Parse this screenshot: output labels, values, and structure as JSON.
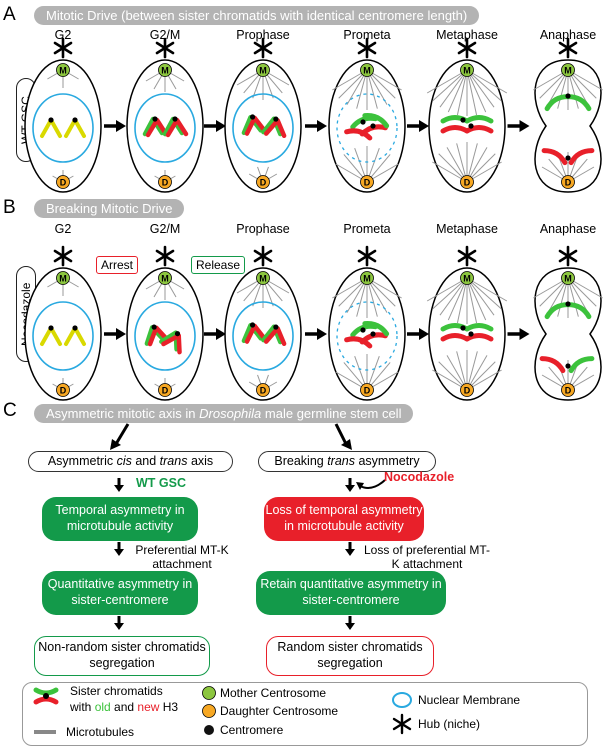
{
  "panel_a": {
    "letter": "A",
    "banner": "Mitotic Drive (between sister chromatids with identical centromere length)",
    "row_label": "WT GSC",
    "stages": [
      "G2",
      "G2/M",
      "Prophase",
      "Prometa",
      "Metaphase",
      "Anaphase"
    ]
  },
  "panel_b": {
    "letter": "B",
    "banner": "Breaking Mitotic Drive",
    "row_label": "Nocodazole",
    "stages": [
      "G2",
      "G2/M",
      "Prophase",
      "Prometa",
      "Metaphase",
      "Anaphase"
    ],
    "arrest": "Arrest",
    "release": "Release"
  },
  "panel_c": {
    "letter": "C",
    "banner_pre": "Asymmetric mitotic axis in ",
    "banner_italic": "Drosophila",
    "banner_post": " male germline stem cell",
    "left": {
      "top_pre": "Asymmetric ",
      "top_i1": "cis",
      "top_mid": " and ",
      "top_i2": "trans",
      "top_post": " axis",
      "tag": "WT GSC",
      "box1": "Temporal asymmetry in microtubule activity",
      "note1": "Preferential MT-K attachment",
      "box2": "Quantitative asymmetry in sister-centromere",
      "end": "Non-random sister chromatids segregation"
    },
    "right": {
      "top_pre": "Breaking ",
      "top_i": "trans",
      "top_post": " asymmetry",
      "tag": "Nocodazole",
      "box1": "Loss of temporal asymmetry in microtubule activity",
      "note1": "Loss of preferential MT-K attachment",
      "box2": "Retain quantitative asymmetry in sister-centromere",
      "end": "Random sister chromatids segregation"
    }
  },
  "legend": {
    "sister_line1": "Sister chromatids",
    "sister_with": "with ",
    "old": "old",
    "and": " and ",
    "new": "new",
    "h3": " H3",
    "microtubules": "Microtubules",
    "mother": "Mother Centrosome",
    "daughter": "Daughter Centrosome",
    "centromere": "Centromere",
    "nuclear": "Nuclear Membrane",
    "hub": "Hub (niche)",
    "m_letter": "M",
    "d_letter": "D"
  },
  "colors": {
    "old_h3": "#3cc23c",
    "new_h3": "#e8202a",
    "g2_chromatid": "#d9d900",
    "nuclear_membrane": "#29a9e0",
    "mother_centrosome": "#8cc63f",
    "daughter_centrosome": "#f7a823",
    "microtubule": "#999999",
    "banner": "#b3b3b3",
    "flow_green": "#139a4a",
    "flow_red": "#e8202a"
  }
}
